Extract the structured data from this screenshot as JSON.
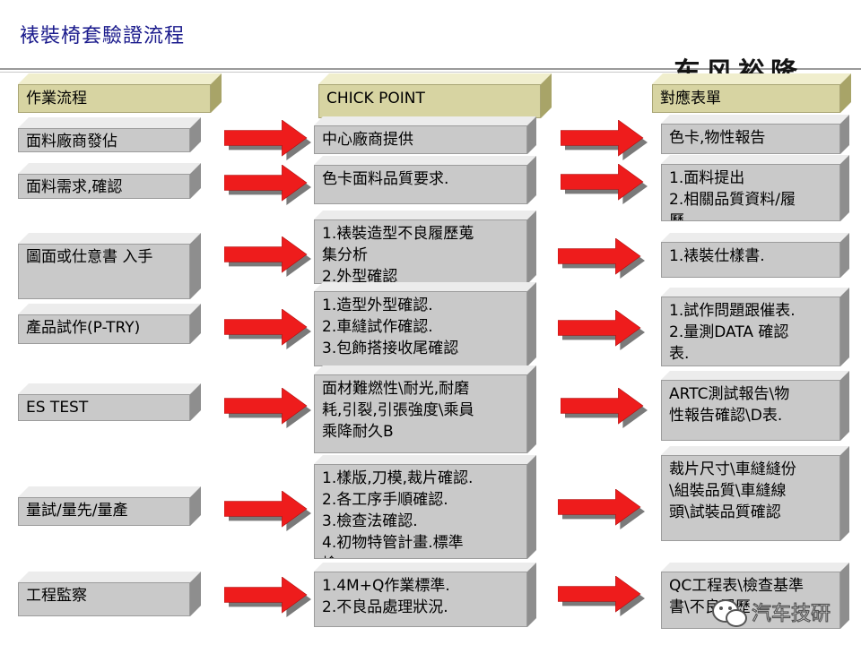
{
  "title": "裱裝椅套驗證流程",
  "logo_text": "东风裕隆",
  "headers": {
    "process": "作業流程",
    "checkpoint": "CHICK  POINT",
    "forms": "對應表單"
  },
  "rows": [
    {
      "process": "面料廠商發佔",
      "checkpoint": [
        "中心廠商提供"
      ],
      "forms": [
        "色卡,物性報告"
      ]
    },
    {
      "process": "面料需求,確認",
      "checkpoint": [
        "色卡面料品質要求."
      ],
      "forms": [
        "1.面料提出",
        "2.相關品質資料/履",
        "歷"
      ]
    },
    {
      "process": "圖面或仕意書  入手",
      "checkpoint": [
        "1.裱裝造型不良履歷蒐",
        "集分析",
        "2.外型確認"
      ],
      "forms": [
        "1.裱裝仕樣書."
      ]
    },
    {
      "process": "產品試作(P-TRY)",
      "checkpoint": [
        "1.造型外型確認.",
        "2.車縫試作確認.",
        "3.包飾搭接收尾確認"
      ],
      "forms": [
        "1.試作問題跟催表.",
        "2.量測DATA  確認",
        "表."
      ]
    },
    {
      "process": "ES TEST",
      "checkpoint": [
        "面材難燃性\\耐光,耐磨",
        "耗,引裂,引張強度\\乘員",
        "乘降耐久B"
      ],
      "forms": [
        "ARTC測試報告\\物",
        "性報告確認\\D表."
      ]
    },
    {
      "process": "量試/量先/量產",
      "checkpoint": [
        "1.樣版,刀模,裁片確認.",
        "2.各工序手順確認.",
        "3.檢查法確認.",
        "4.初物特管計畫.標準",
        "檢"
      ],
      "forms": [
        "裁片尺寸\\車縫縫份",
        "\\組裝品質\\車縫線",
        "頭\\試裝品質確認"
      ]
    },
    {
      "process": "工程監察",
      "checkpoint": [
        "1.4M+Q作業標準.",
        "2.不良品處理狀況."
      ],
      "forms": [
        "QC工程表\\檢查基準",
        "書\\不良履歷"
      ]
    }
  ],
  "watermark": "汽车技研",
  "colors": {
    "title": "#1a1a8c",
    "arrow_fill": "#ee1c1c",
    "box_face": "#c9c9c9",
    "header_face": "#d7d4a2"
  }
}
